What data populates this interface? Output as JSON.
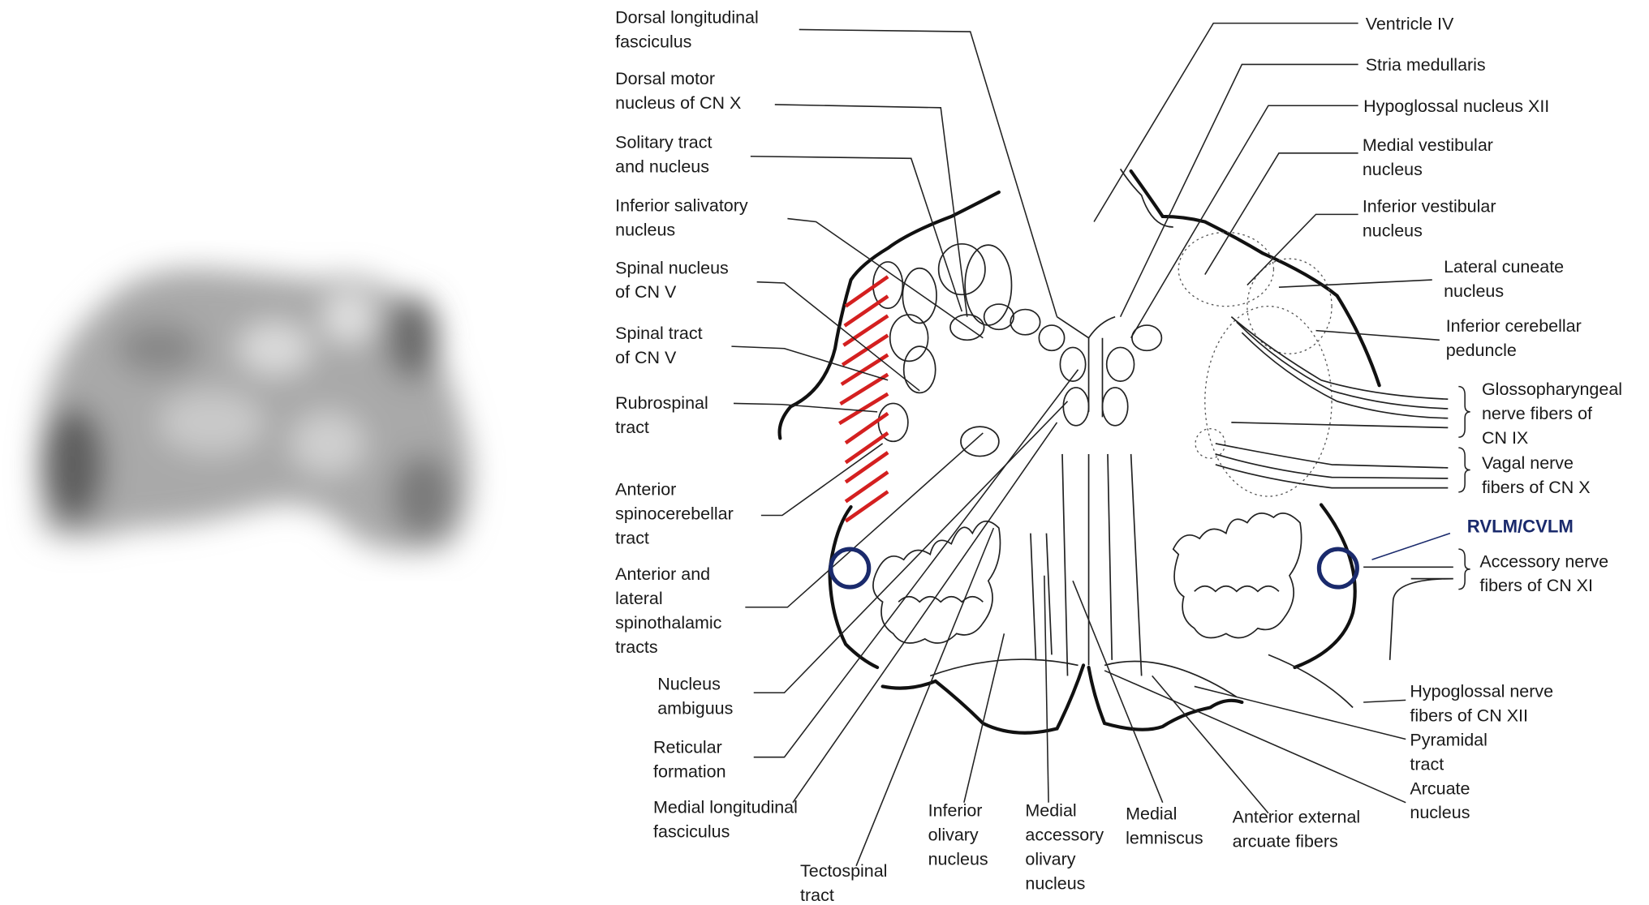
{
  "labels": {
    "dorsal_longitudinal_fasciculus": [
      "Dorsal longitudinal",
      "fasciculus"
    ],
    "dorsal_motor_nucleus": [
      "Dorsal motor",
      "nucleus of CN X"
    ],
    "solitary_tract": [
      "Solitary tract",
      "and nucleus"
    ],
    "inferior_salivatory": [
      "Inferior salivatory",
      "nucleus"
    ],
    "spinal_nucleus_v": [
      "Spinal nucleus",
      "of CN V"
    ],
    "spinal_tract_v": [
      "Spinal tract",
      "of CN V"
    ],
    "rubrospinal": [
      "Rubrospinal",
      "tract"
    ],
    "anterior_spinocerebellar": [
      "Anterior",
      "spinocerebellar",
      "tract"
    ],
    "spinothalamic": [
      "Anterior and",
      "lateral",
      "spinothalamic",
      "tracts"
    ],
    "nucleus_ambiguus": [
      "Nucleus",
      "ambiguus"
    ],
    "reticular_formation": [
      "Reticular",
      "formation"
    ],
    "medial_longitudinal_fasciculus": [
      "Medial longitudinal",
      "fasciculus"
    ],
    "tectospinal": [
      "Tectospinal",
      "tract"
    ],
    "inferior_olivary": [
      "Inferior",
      "olivary",
      "nucleus"
    ],
    "medial_accessory_olivary": [
      "Medial",
      "accessory",
      "olivary",
      "nucleus"
    ],
    "medial_lemniscus": [
      "Medial",
      "lemniscus"
    ],
    "anterior_external_arcuate": [
      "Anterior external",
      "arcuate fibers"
    ],
    "arcuate_nucleus": [
      "Arcuate",
      "nucleus"
    ],
    "pyramidal_tract": [
      "Pyramidal",
      "tract"
    ],
    "hypoglossal_nerve_fibers": [
      "Hypoglossal nerve",
      "fibers of CN XII"
    ],
    "ventricle_iv": [
      "Ventricle IV"
    ],
    "stria_medullaris": [
      "Stria medullaris"
    ],
    "hypoglossal_nucleus": [
      "Hypoglossal nucleus XII"
    ],
    "medial_vestibular": [
      "Medial vestibular",
      "nucleus"
    ],
    "inferior_vestibular": [
      "Inferior vestibular",
      "nucleus"
    ],
    "lateral_cuneate": [
      "Lateral cuneate",
      "nucleus"
    ],
    "inferior_cerebellar_peduncle": [
      "Inferior cerebellar",
      "peduncle"
    ],
    "glossopharyngeal": [
      "Glossopharyngeal",
      "nerve fibers of",
      "CN IX"
    ],
    "vagal": [
      "Vagal nerve",
      "fibers of CN X"
    ],
    "accessory": [
      "Accessory nerve",
      "fibers of CN XI"
    ]
  },
  "highlight": {
    "label": "RVLM/CVLM",
    "color": "#1a2a6c",
    "hatch_color": "#d42020"
  }
}
